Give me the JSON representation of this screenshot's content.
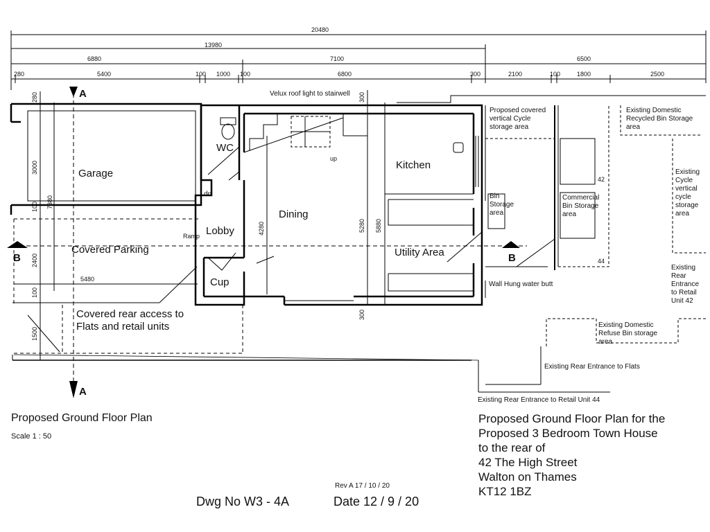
{
  "dimensions": {
    "top": {
      "overall": "20480",
      "sub1": "13980",
      "row3": [
        "6880",
        "7100",
        "6500"
      ],
      "row4": [
        "280",
        "5400",
        "100",
        "1000",
        "100",
        "6800",
        "300",
        "2100",
        "100",
        "1800",
        "2500"
      ]
    },
    "vertical": {
      "left": [
        "280",
        "3000",
        "100",
        "7380",
        "2400",
        "100",
        "1500"
      ],
      "inner": [
        "4280",
        "5280",
        "5880",
        "300",
        "300"
      ],
      "covered_parking_width": "5480",
      "bin_42": "42",
      "bin_44": "44"
    }
  },
  "rooms": {
    "garage": "Garage",
    "wc": "WC",
    "dining": "Dining",
    "kitchen": "Kitchen",
    "lobby": "Lobby",
    "cup": "Cup",
    "utility": "Utility Area",
    "covered_parking": "Covered Parking",
    "covered_rear": [
      "Covered rear access to",
      "Flats and retail units"
    ]
  },
  "annotations": {
    "velux": "Velux roof light to stairwell",
    "up": "up",
    "dn": "dn",
    "ramp": "Ramp",
    "bin_storage": [
      "Bin",
      "Storage",
      "area"
    ],
    "commercial_bin": [
      "Commercial",
      "Bin Storage",
      "area"
    ],
    "cycle_storage": [
      "Proposed covered",
      "vertical Cycle",
      "storage area"
    ],
    "recycled_bin": [
      "Existing Domestic",
      "Recycled Bin Storage",
      "area"
    ],
    "existing_cycle": [
      "Existing",
      "Cycle",
      "vertical",
      "cycle",
      "storage",
      "area"
    ],
    "rear_entrance_42": [
      "Existing",
      "Rear",
      "Entrance",
      "to Retail",
      "Unit 42"
    ],
    "water_butt": "Wall Hung water butt",
    "refuse_bin": [
      "Existing Domestic",
      "Refuse Bin storage",
      "area"
    ],
    "rear_flats": "Existing Rear Entrance to Flats",
    "rear_retail_44": "Existing Rear Entrance to Retail Unit 44"
  },
  "section_markers": {
    "a": "A",
    "b": "B"
  },
  "title_block": {
    "plan_title": "Proposed Ground Floor Plan",
    "scale": "Scale  1 : 50",
    "description": [
      "Proposed Ground Floor Plan for the",
      "Proposed 3 Bedroom Town House",
      "to the rear of",
      "42 The High Street",
      "Walton on Thames",
      "KT12 1BZ"
    ],
    "revision": "Rev A 17 / 10 / 20",
    "drawing_no": "Dwg No  W3 - 4A",
    "date": "Date 12 / 9 / 20"
  }
}
